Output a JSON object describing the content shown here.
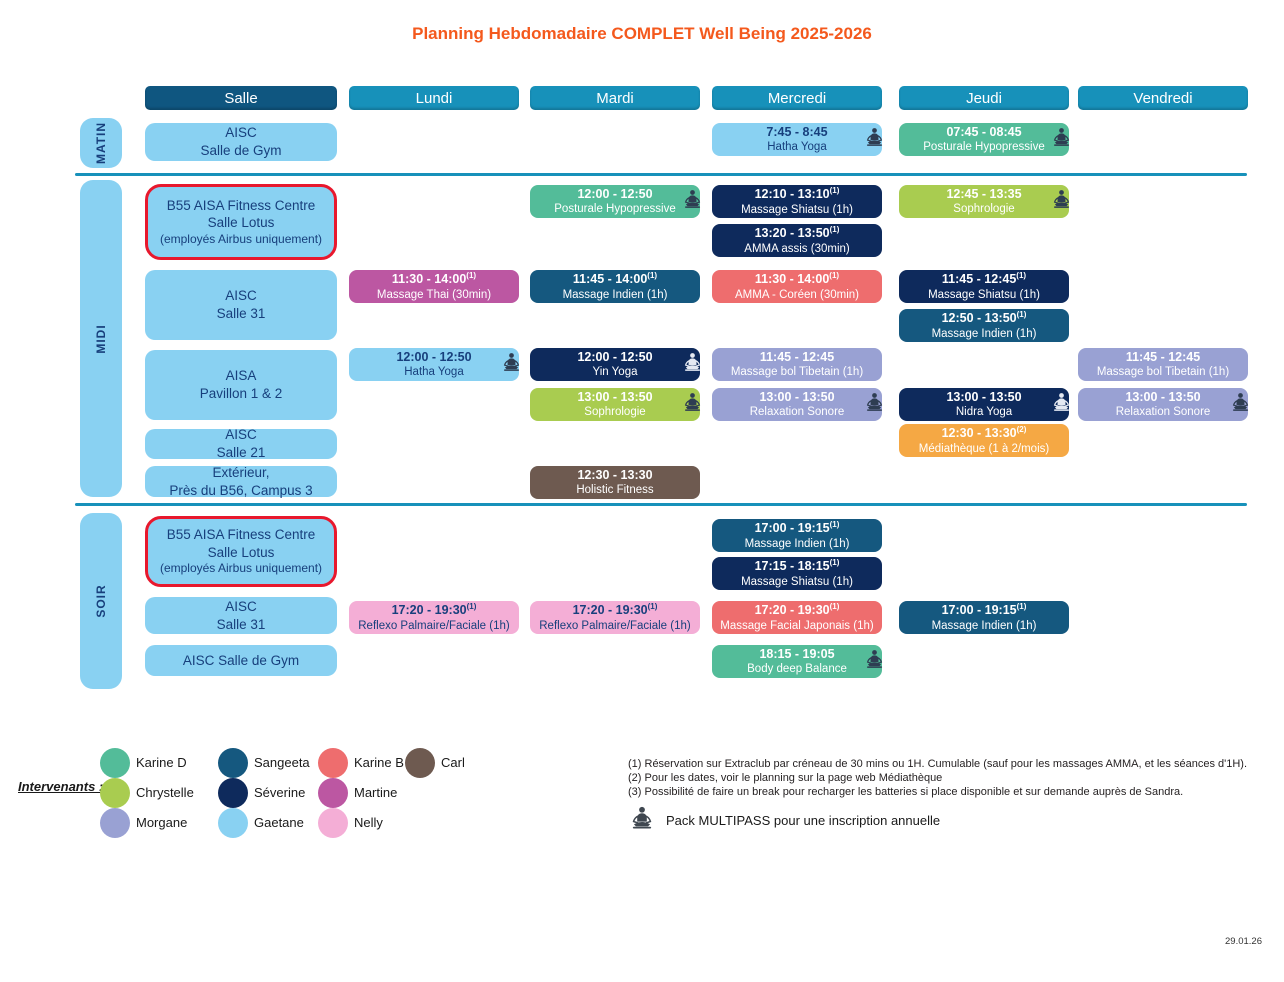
{
  "title": "Planning Hebdomadaire COMPLET Well Being 2025-2026",
  "date_label": "29.01.26",
  "multipass_label": "Pack MULTIPASS pour une inscription annuelle",
  "colors": {
    "title": "#F4591D",
    "header_salle": "#0F5680",
    "header_day": "#1791BA",
    "divider": "#1791BA",
    "room": "#89D1F2",
    "room_text": "#173F7C",
    "red_border": "#E8182D",
    "lightblue": "#89D1F2",
    "green": "#53BC99",
    "lightgreen": "#A9CC50",
    "navy": "#0E2A5C",
    "blue": "#15587F",
    "salmon": "#EE6D6E",
    "magenta": "#BC57A2",
    "lavender": "#99A1D3",
    "orange": "#F5A844",
    "brown": "#6E5A50",
    "pink": "#F4AED6"
  },
  "columns": [
    {
      "key": "salle",
      "label": "Salle"
    },
    {
      "key": "lundi",
      "label": "Lundi"
    },
    {
      "key": "mardi",
      "label": "Mardi"
    },
    {
      "key": "mercredi",
      "label": "Mercredi"
    },
    {
      "key": "jeudi",
      "label": "Jeudi"
    },
    {
      "key": "vendredi",
      "label": "Vendredi"
    }
  ],
  "sections": [
    {
      "name": "MATIN",
      "rows": [
        {
          "salle": {
            "lines": [
              "AISC",
              "Salle de Gym"
            ],
            "red": false
          },
          "cells": [
            {
              "col": "mercredi",
              "slot": 0,
              "time": "7:45 - 8:45",
              "sup": "",
              "label": "Hatha Yoga",
              "color": "lightblue",
              "icon": true
            },
            {
              "col": "jeudi",
              "slot": 0,
              "time": "07:45 - 08:45",
              "sup": "",
              "label": "Posturale Hypopressive",
              "color": "green",
              "icon": true
            }
          ]
        }
      ]
    },
    {
      "name": "MIDI",
      "rows": [
        {
          "salle": {
            "lines": [
              "B55 AISA Fitness Centre",
              "Salle Lotus",
              "(employés Airbus uniquement)"
            ],
            "red": true
          },
          "cells": [
            {
              "col": "mardi",
              "slot": 0,
              "time": "12:00 - 12:50",
              "sup": "",
              "label": "Posturale Hypopressive",
              "color": "green",
              "icon": true
            },
            {
              "col": "mercredi",
              "slot": 0,
              "time": "12:10 - 13:10",
              "sup": "(1)",
              "label": "Massage Shiatsu (1h)",
              "color": "navy",
              "icon": false
            },
            {
              "col": "mercredi",
              "slot": 1,
              "time": "13:20 - 13:50",
              "sup": "(1)",
              "label": "AMMA assis (30min)",
              "color": "navy",
              "icon": false
            },
            {
              "col": "jeudi",
              "slot": 0,
              "time": "12:45 - 13:35",
              "sup": "",
              "label": "Sophrologie",
              "color": "lightgreen",
              "icon": true
            }
          ]
        },
        {
          "salle": {
            "lines": [
              "AISC",
              "Salle 31"
            ],
            "red": false
          },
          "cells": [
            {
              "col": "lundi",
              "slot": 0,
              "time": "11:30 - 14:00",
              "sup": "(1)",
              "label": "Massage Thai (30min)",
              "color": "magenta",
              "icon": false
            },
            {
              "col": "mardi",
              "slot": 0,
              "time": "11:45 - 14:00",
              "sup": "(1)",
              "label": "Massage Indien (1h)",
              "color": "blue",
              "icon": false
            },
            {
              "col": "mercredi",
              "slot": 0,
              "time": "11:30 - 14:00",
              "sup": "(1)",
              "label": "AMMA -  Coréen (30min)",
              "color": "salmon",
              "icon": false
            },
            {
              "col": "jeudi",
              "slot": 0,
              "time": "11:45 - 12:45",
              "sup": "(1)",
              "label": "Massage Shiatsu (1h)",
              "color": "navy",
              "icon": false
            },
            {
              "col": "jeudi",
              "slot": 1,
              "time": "12:50 - 13:50",
              "sup": "(1)",
              "label": "Massage Indien (1h)",
              "color": "blue",
              "icon": false
            }
          ]
        },
        {
          "salle": {
            "lines": [
              "AISA",
              "Pavillon 1 & 2"
            ],
            "red": false
          },
          "cells": [
            {
              "col": "lundi",
              "slot": 0,
              "time": "12:00 - 12:50",
              "sup": "",
              "label": "Hatha Yoga",
              "color": "lightblue",
              "icon": true
            },
            {
              "col": "mardi",
              "slot": 0,
              "time": "12:00 - 12:50",
              "sup": "",
              "label": "Yin Yoga",
              "color": "navy",
              "icon": true
            },
            {
              "col": "mardi",
              "slot": 1,
              "time": "13:00 - 13:50",
              "sup": "",
              "label": "Sophrologie",
              "color": "lightgreen",
              "icon": true
            },
            {
              "col": "mercredi",
              "slot": 0,
              "time": "11:45 - 12:45",
              "sup": "",
              "label": "Massage bol Tibetain (1h)",
              "color": "lavender",
              "icon": false
            },
            {
              "col": "mercredi",
              "slot": 1,
              "time": "13:00 - 13:50",
              "sup": "",
              "label": "Relaxation Sonore",
              "color": "lavender",
              "icon": true
            },
            {
              "col": "jeudi",
              "slot": 1,
              "time": "13:00 - 13:50",
              "sup": "",
              "label": "Nidra Yoga",
              "color": "navy",
              "icon": true
            },
            {
              "col": "vendredi",
              "slot": 0,
              "time": "11:45 - 12:45",
              "sup": "",
              "label": "Massage bol Tibetain  (1h)",
              "color": "lavender",
              "icon": false
            },
            {
              "col": "vendredi",
              "slot": 1,
              "time": "13:00 - 13:50",
              "sup": "",
              "label": "Relaxation Sonore",
              "color": "lavender",
              "icon": true
            }
          ]
        },
        {
          "salle": {
            "lines": [
              "AISC",
              "Salle 21"
            ],
            "red": false
          },
          "cells": [
            {
              "col": "jeudi",
              "slot": 0,
              "time": "12:30 - 13:30",
              "sup": "(2)",
              "label": "Médiathèque (1 à 2/mois)",
              "color": "orange",
              "icon": false
            }
          ]
        },
        {
          "salle": {
            "lines": [
              "Extérieur,",
              "Près du B56, Campus 3"
            ],
            "red": false
          },
          "cells": [
            {
              "col": "mardi",
              "slot": 0,
              "time": "12:30 - 13:30",
              "sup": "",
              "label": "Holistic Fitness",
              "color": "brown",
              "icon": false
            }
          ]
        }
      ]
    },
    {
      "name": "SOIR",
      "rows": [
        {
          "salle": {
            "lines": [
              "B55 AISA Fitness Centre",
              "Salle Lotus",
              "(employés Airbus uniquement)"
            ],
            "red": true
          },
          "cells": [
            {
              "col": "mercredi",
              "slot": 0,
              "time": "17:00 - 19:15",
              "sup": "(1)",
              "label": "Massage Indien (1h)",
              "color": "blue",
              "icon": false
            },
            {
              "col": "mercredi",
              "slot": 1,
              "time": "17:15 - 18:15",
              "sup": "(1)",
              "label": "Massage Shiatsu (1h)",
              "color": "navy",
              "icon": false
            }
          ]
        },
        {
          "salle": {
            "lines": [
              "AISC",
              "Salle 31"
            ],
            "red": false
          },
          "cells": [
            {
              "col": "lundi",
              "slot": 0,
              "time": "17:20 - 19:30",
              "sup": "(1)",
              "label": "Reflexo Palmaire/Faciale (1h)",
              "color": "pink",
              "icon": false
            },
            {
              "col": "mardi",
              "slot": 0,
              "time": "17:20 - 19:30",
              "sup": "(1)",
              "label": "Reflexo Palmaire/Faciale (1h)",
              "color": "pink",
              "icon": false
            },
            {
              "col": "mercredi",
              "slot": 0,
              "time": "17:20 - 19:30",
              "sup": "(1)",
              "label": "Massage Facial Japonais (1h)",
              "color": "salmon",
              "icon": false
            },
            {
              "col": "jeudi",
              "slot": 0,
              "time": "17:00 - 19:15",
              "sup": "(1)",
              "label": "Massage Indien (1h)",
              "color": "blue",
              "icon": false
            }
          ]
        },
        {
          "salle": {
            "lines": [
              "AISC Salle de Gym"
            ],
            "red": false
          },
          "cells": [
            {
              "col": "mercredi",
              "slot": 0,
              "time": "18:15 - 19:05",
              "sup": "",
              "label": "Body deep Balance",
              "color": "green",
              "icon": true
            }
          ]
        }
      ]
    }
  ],
  "legend": {
    "heading": "Intervenants :",
    "items": [
      {
        "name": "Karine D",
        "color": "#53BC99",
        "col": 0,
        "row": 0
      },
      {
        "name": "Chrystelle",
        "color": "#A9CC50",
        "col": 0,
        "row": 1
      },
      {
        "name": "Morgane",
        "color": "#99A1D3",
        "col": 0,
        "row": 2
      },
      {
        "name": "Sangeeta",
        "color": "#15587F",
        "col": 1,
        "row": 0
      },
      {
        "name": "Séverine",
        "color": "#0E2A5C",
        "col": 1,
        "row": 1
      },
      {
        "name": "Gaetane",
        "color": "#89D1F2",
        "col": 1,
        "row": 2
      },
      {
        "name": "Karine B",
        "color": "#EE6D6E",
        "col": 2,
        "row": 0
      },
      {
        "name": "Martine",
        "color": "#BC57A2",
        "col": 2,
        "row": 1
      },
      {
        "name": "Nelly",
        "color": "#F4AED6",
        "col": 2,
        "row": 2
      },
      {
        "name": "Carl",
        "color": "#6E5A50",
        "col": 3,
        "row": 0
      }
    ]
  },
  "footnotes": [
    "(1) Réservation sur Extraclub par créneau de 30 mins ou 1H. Cumulable (sauf pour les massages AMMA, et les séances d'1H).",
    "(2) Pour les dates, voir le planning sur la page web Médiathèque",
    "(3) Possibilité de faire un break pour recharger les batteries si place disponible et sur demande auprès de Sandra."
  ]
}
